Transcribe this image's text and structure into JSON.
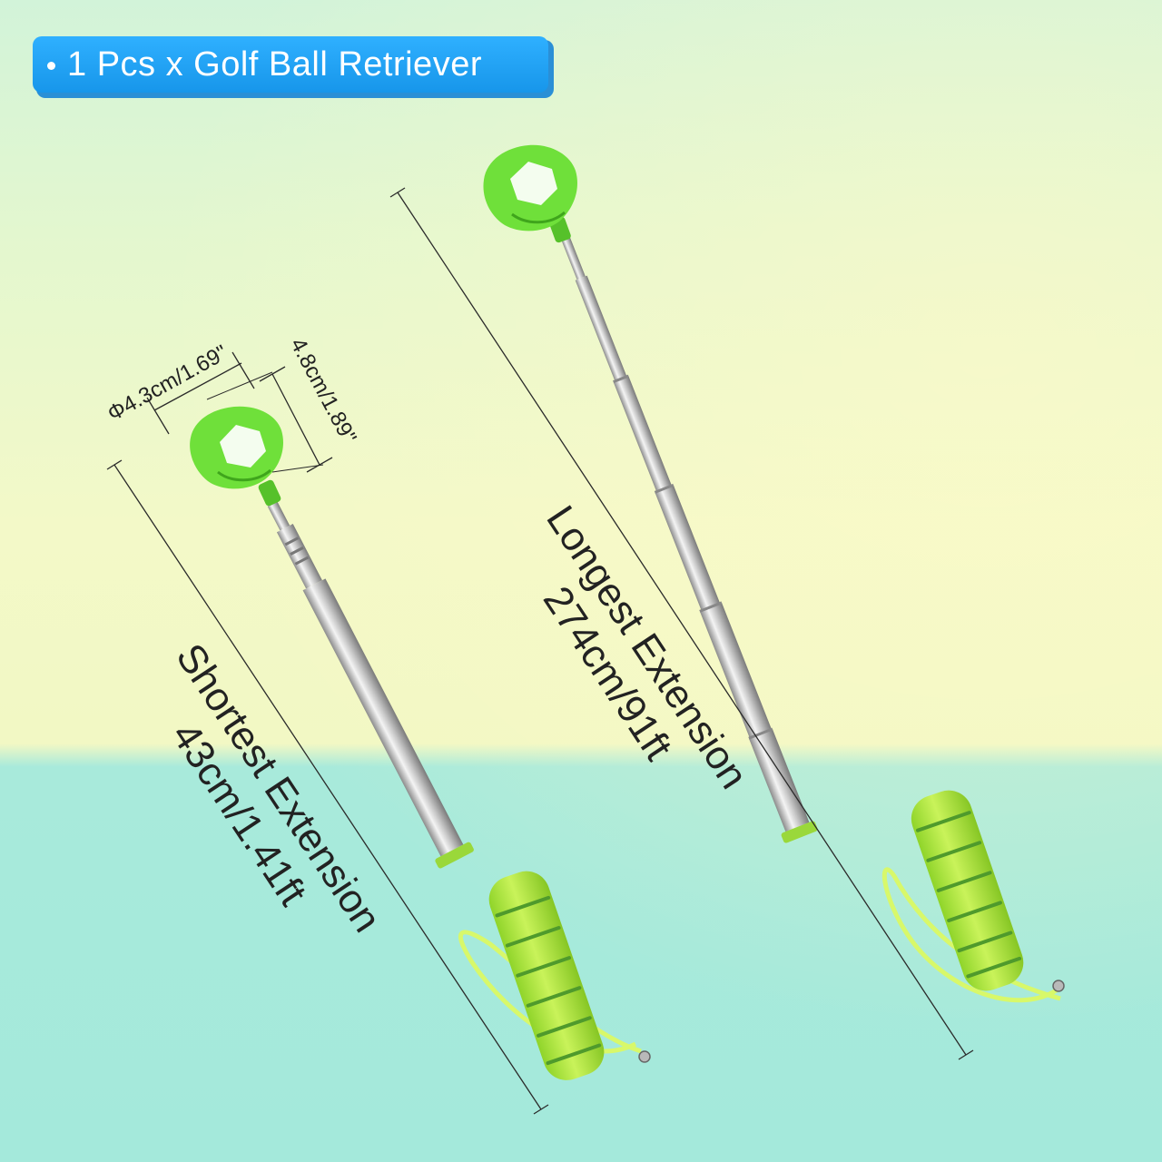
{
  "header": {
    "badge_text": "1 Pcs x Golf Ball Retriever",
    "badge_color": "#1e9ff0"
  },
  "dimensions": {
    "diameter": "Φ4.3cm/1.69\"",
    "height": "4.8cm/1.89\"",
    "shortest_title": "Shortest Extension",
    "shortest_value": "43cm/1.41ft",
    "longest_title": "Longest Extension",
    "longest_value": "274cm/91ft"
  },
  "colors": {
    "head": "#6fe03a",
    "grip": "#a8e83c",
    "grip_stripe": "#4f9a2c",
    "shaft": "#d6d6d6",
    "strap": "#d8f86a"
  }
}
